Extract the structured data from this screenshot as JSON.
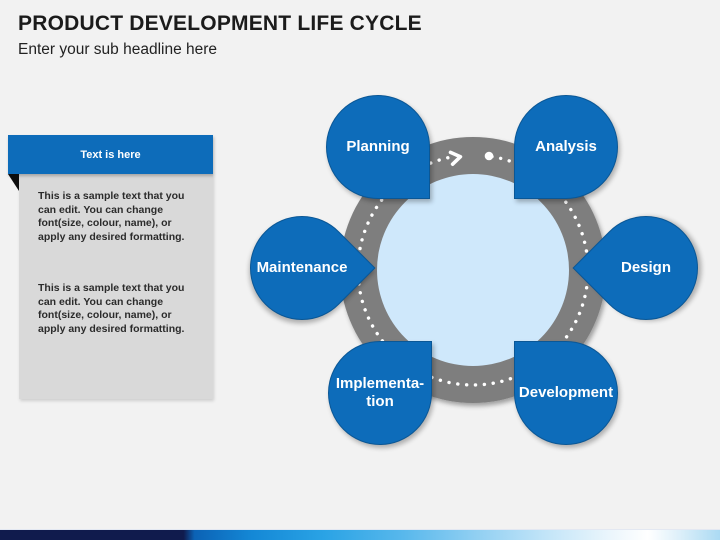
{
  "slide": {
    "title": "PRODUCT DEVELOPMENT LIFE CYCLE",
    "subtitle": "Enter your sub headline here"
  },
  "callout": {
    "header": "Text is here",
    "paragraph1": "This is a sample text that you can edit. You can change font(size, colour, name), or apply any desired formatting.",
    "paragraph2": "This is a sample text that you can edit. You can change font(size, colour, name), or apply any desired formatting."
  },
  "cycle": {
    "flow_direction": "clockwise",
    "stages": [
      {
        "label": "Planning"
      },
      {
        "label": "Analysis"
      },
      {
        "label": "Design"
      },
      {
        "label": "Development"
      },
      {
        "label": "Implementa-\ntion"
      },
      {
        "label": "Maintenance"
      }
    ]
  },
  "colors": {
    "stage_fill": "#0d6cba",
    "stage_border": "#0a5796",
    "ring_gray": "#7e7e7e",
    "center_fill": "#cfe8fb",
    "dotted_line": "#ffffff",
    "callout_header_fill": "#0d6cba",
    "callout_body_fill": "#d9d9d9",
    "fold_triangle": "#0d0d0d",
    "accent_bar_navy": "#101b4d",
    "accent_bar_blue": "#2aa3e5",
    "background": "#f2f2f2"
  }
}
